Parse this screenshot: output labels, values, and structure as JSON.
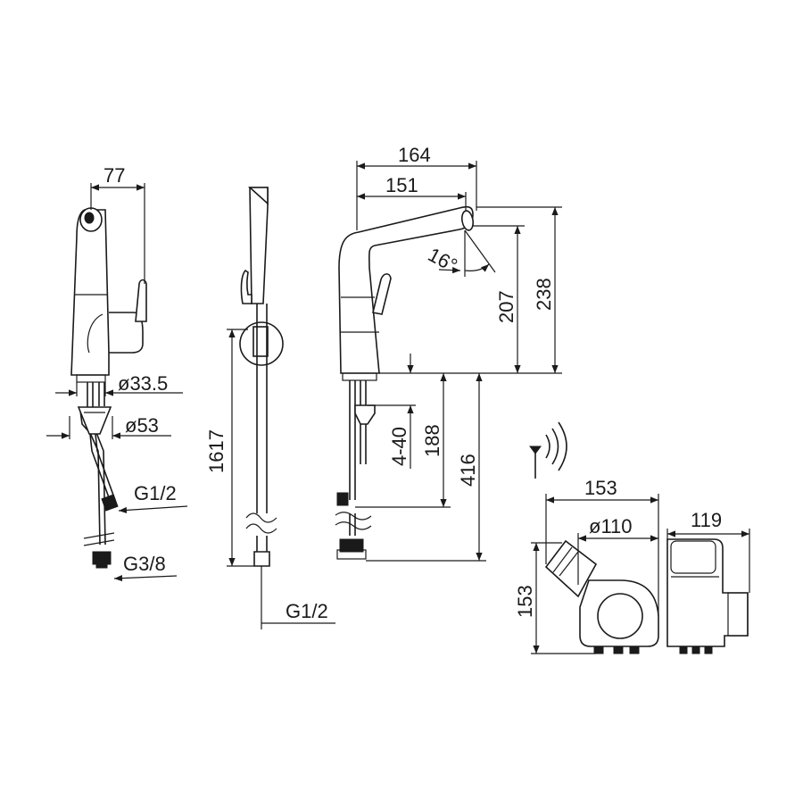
{
  "dimensions": {
    "width_77": "77",
    "dia_33_5": "ø33.5",
    "dia_53": "ø53",
    "thread_g12_left": "G1/2",
    "thread_g38": "G3/8",
    "length_1617": "1617",
    "thread_g12_shower": "G1/2",
    "reach_164": "164",
    "reach_151": "151",
    "angle_16": "16°",
    "height_207": "207",
    "height_238": "238",
    "range_4_40": "4-40",
    "depth_188": "188",
    "depth_416": "416",
    "box_153_w": "153",
    "box_dia_110": "ø110",
    "box_119": "119",
    "box_153_h": "153"
  },
  "icons": [
    "antenna-icon",
    "wireless-signal-icon"
  ],
  "colors": {
    "line": "#1a1a1a",
    "background": "#ffffff"
  }
}
